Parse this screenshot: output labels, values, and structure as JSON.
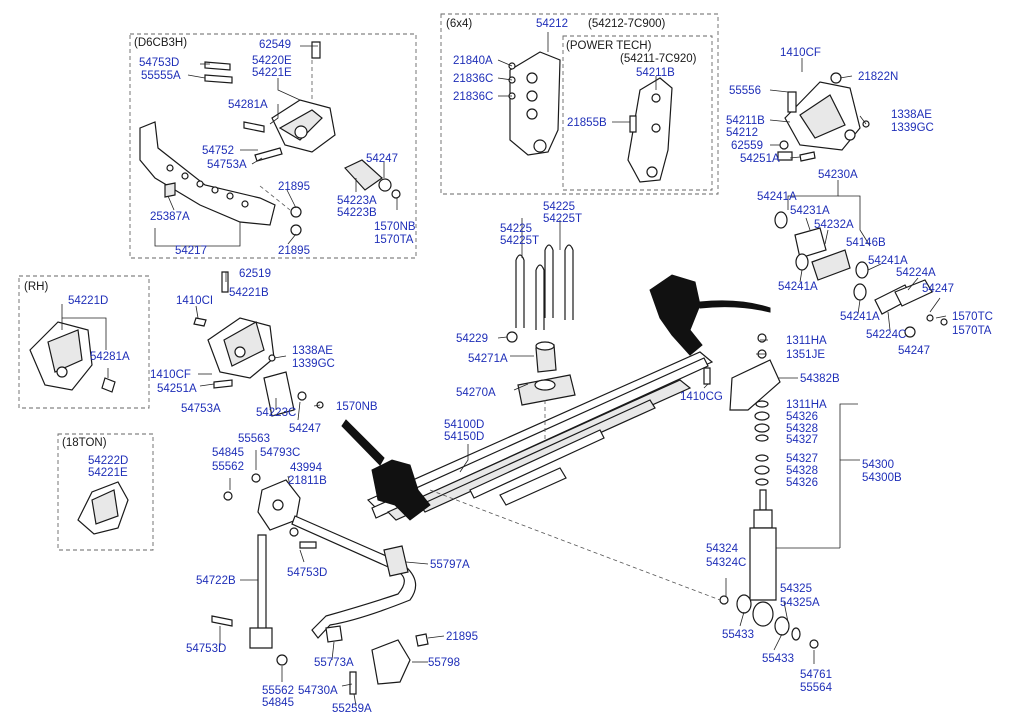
{
  "boxes": {
    "d6cb3h": "(D6CB3H)",
    "rh": "(RH)",
    "ton18": "(18TON)",
    "six_by_four": "(6x4)",
    "power_tech": "(POWER TECH)",
    "ref_54212": "(54212-7C900)",
    "ref_54211": "(54211-7C920)"
  },
  "labels": [
    "62549",
    "54753D",
    "54220E",
    "54221E",
    "55555A",
    "54281A",
    "54752",
    "54753A",
    "54247",
    "21895",
    "54223A",
    "54223B",
    "25387A",
    "1570NB",
    "1570TA",
    "54217",
    "21895",
    "54212",
    "21840A",
    "21836C",
    "21836C",
    "54211B",
    "21855B",
    "1410CF",
    "21822N",
    "55556",
    "54211B",
    "54212",
    "1338AE",
    "1339GC",
    "62559",
    "54251A",
    "54230A",
    "54241A",
    "54231A",
    "54232A",
    "54146B",
    "54241A",
    "54224A",
    "54247",
    "54241A",
    "54241A",
    "54224C",
    "1570TC",
    "1570TA",
    "54247",
    "54225",
    "54225T",
    "54225",
    "54225T",
    "54229",
    "54271A",
    "54270A",
    "54100D",
    "54150D",
    "1311HA",
    "1351JE",
    "54382B",
    "1410CG",
    "1311HA",
    "54326",
    "54328",
    "54327",
    "54327",
    "54328",
    "54326",
    "54300",
    "54300B",
    "54221D",
    "54281A",
    "62519",
    "54221B",
    "1410CI",
    "1338AE",
    "1339GC",
    "1410CF",
    "54251A",
    "54753A",
    "54223C",
    "1570NB",
    "54247",
    "54222D",
    "54221E",
    "55563",
    "54845",
    "54793C",
    "55562",
    "43994",
    "21811B",
    "54753D",
    "55797A",
    "54722B",
    "54753D",
    "55773A",
    "21895",
    "55798",
    "55562",
    "54845",
    "54730A",
    "55259A",
    "54324",
    "54324C",
    "54325",
    "54325A",
    "55433",
    "55433",
    "54761",
    "55564"
  ]
}
